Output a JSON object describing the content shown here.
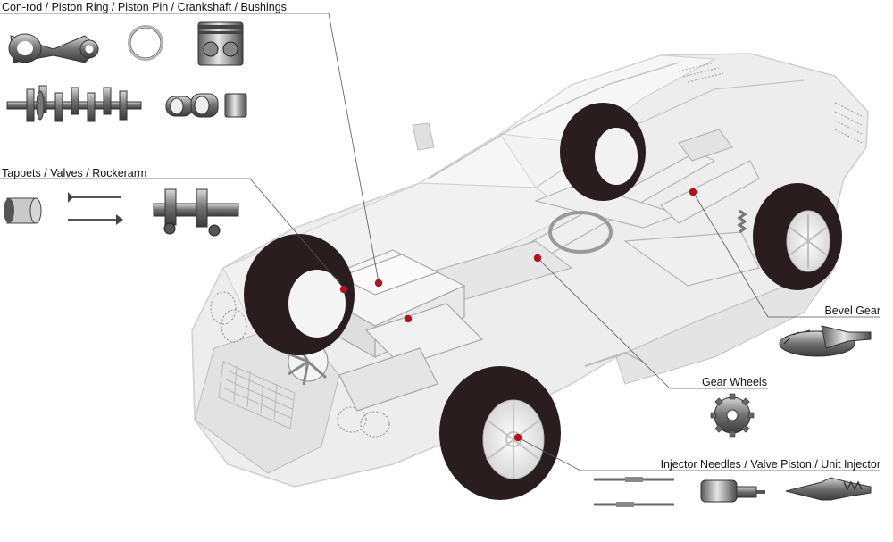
{
  "labels": {
    "engine_parts": "Con-rod / Piston Ring / Piston Pin / Crankshaft / Bushings",
    "valvetrain": "Tappets / Valves / Rockerarm",
    "bevel_gear": "Bevel Gear",
    "gear_wheels": "Gear Wheels",
    "injector": "Injector Needles / Valve Piston / Unit Injector"
  },
  "colors": {
    "marker": "#b0141e",
    "tire": "#2a1d1f",
    "leader_line": "#555555",
    "car_body": "#e9e9e9",
    "part_metal": "#8a8a8a"
  },
  "icons": [
    "con-rod-icon",
    "piston-ring-icon",
    "piston-icon",
    "crankshaft-icon",
    "bushings-icon",
    "piston-pin-icon",
    "tappet-icon",
    "valve-icon",
    "rockerarm-icon",
    "bevel-gear-icon",
    "gear-wheel-icon",
    "injector-needle-icon",
    "valve-piston-icon",
    "unit-injector-icon"
  ]
}
